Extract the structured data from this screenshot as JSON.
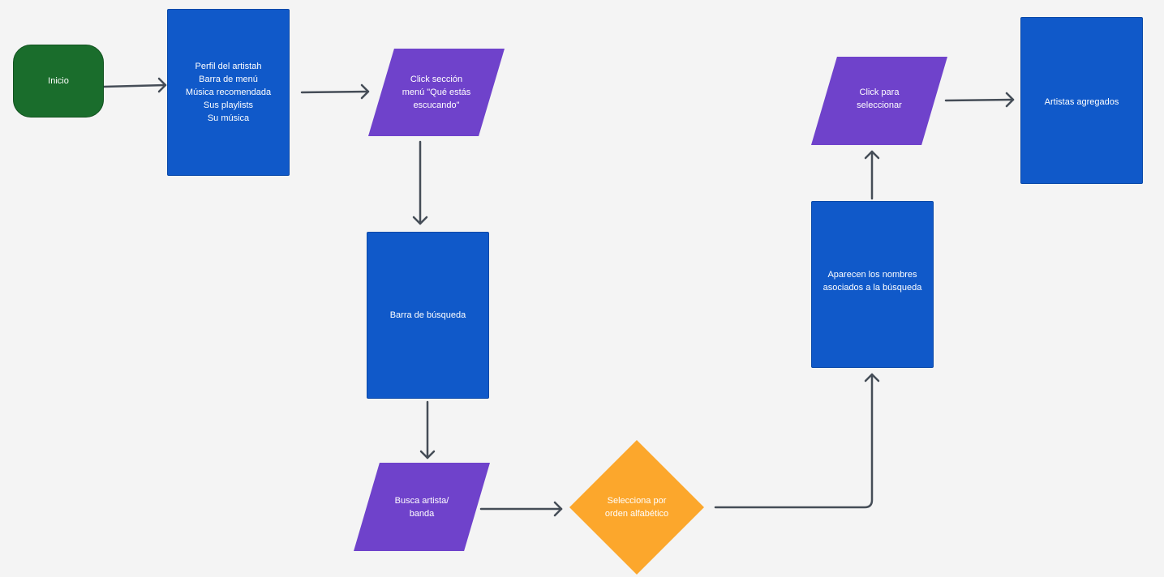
{
  "diagram": {
    "nodes": [
      {
        "id": "inicio",
        "shape": "terminal",
        "label": "Inicio"
      },
      {
        "id": "perfil",
        "shape": "process",
        "label": "Perfil del artistah\nBarra de menú\nMúsica recomendada\nSus playlists\nSu música"
      },
      {
        "id": "click-seccion",
        "shape": "input",
        "label": "Click sección\nmenú \"Qué estás\nescucando\""
      },
      {
        "id": "barra-busqueda",
        "shape": "process",
        "label": "Barra de búsqueda"
      },
      {
        "id": "busca-artista",
        "shape": "input",
        "label": "Busca artista/\nbanda"
      },
      {
        "id": "selecciona",
        "shape": "decision",
        "label": "Selecciona por\norden alfabético"
      },
      {
        "id": "aparecen",
        "shape": "process",
        "label": "Aparecen los nombres\nasociados a la búsqueda"
      },
      {
        "id": "click-seleccionar",
        "shape": "input",
        "label": "Click para\nseleccionar"
      },
      {
        "id": "artistas",
        "shape": "process",
        "label": "Artistas agregados"
      }
    ],
    "edges": [
      {
        "from": "inicio",
        "to": "perfil"
      },
      {
        "from": "perfil",
        "to": "click-seccion"
      },
      {
        "from": "click-seccion",
        "to": "barra-busqueda"
      },
      {
        "from": "barra-busqueda",
        "to": "busca-artista"
      },
      {
        "from": "busca-artista",
        "to": "selecciona"
      },
      {
        "from": "selecciona",
        "to": "aparecen"
      },
      {
        "from": "aparecen",
        "to": "click-seleccionar"
      },
      {
        "from": "click-seleccionar",
        "to": "artistas"
      }
    ],
    "colors": {
      "process": "#1059c9",
      "terminal": "#1a6d2c",
      "input": "#6f42cb",
      "decision": "#fca72c",
      "edge": "#454d57",
      "background": "#f4f4f4",
      "text": "#ffffff"
    }
  }
}
